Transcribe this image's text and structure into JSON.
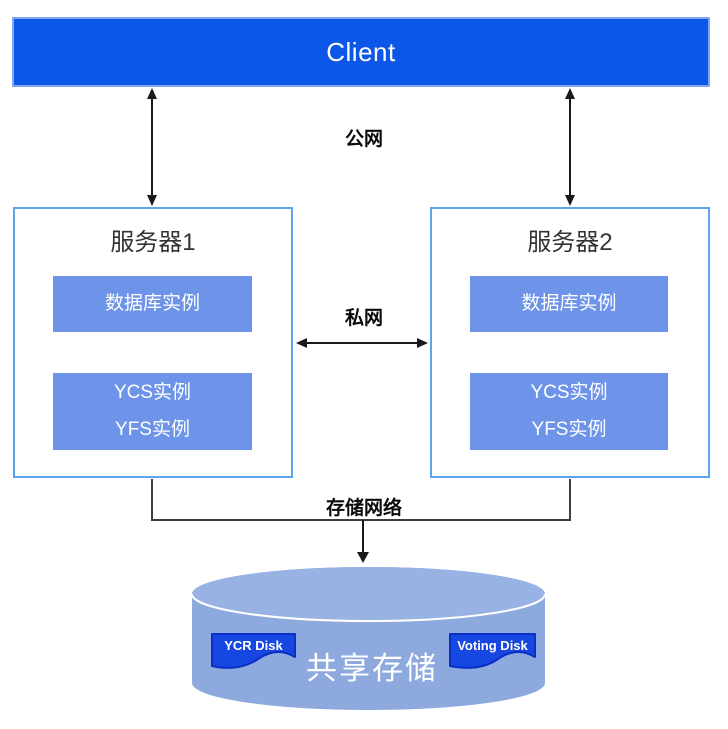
{
  "colors": {
    "client_blue": "#0D57E8",
    "client_border": "#7FA8F0",
    "server_border": "#5CA3F0",
    "instance_blue": "#6D94E8",
    "cylinder_blue": "#8DA9DE",
    "cylinder_lid": "#98B2E4",
    "disk_blue": "#1647E0",
    "disk_border": "#0A2FC4",
    "line_color": "#1A1A1A",
    "bracket_color": "#3D3D3D",
    "title_color": "#333333"
  },
  "client": {
    "label": "Client"
  },
  "labels": {
    "public_network": "公网",
    "private_network": "私网",
    "storage_network": "存储网络"
  },
  "servers": [
    {
      "title": "服务器1",
      "database_instance": "数据库实例",
      "instances": [
        "YCS实例",
        "YFS实例"
      ]
    },
    {
      "title": "服务器2",
      "database_instance": "数据库实例",
      "instances": [
        "YCS实例",
        "YFS实例"
      ]
    }
  ],
  "shared_storage": {
    "label": "共享存储",
    "disks": [
      {
        "label": "YCR Disk"
      },
      {
        "label": "Voting Disk"
      }
    ]
  }
}
